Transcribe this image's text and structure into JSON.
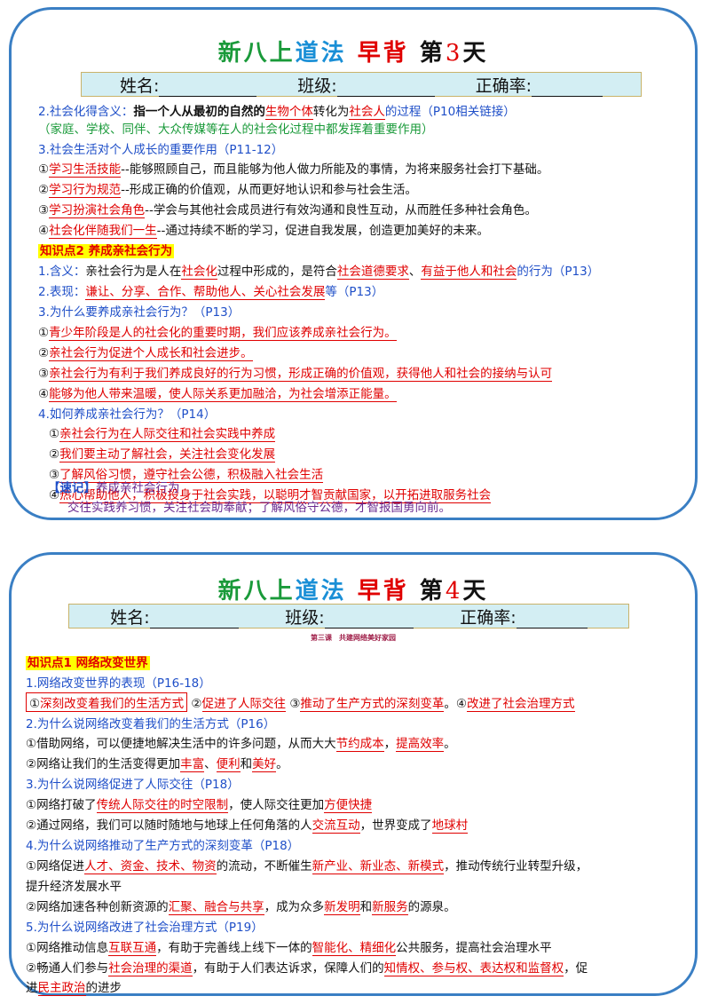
{
  "card1": {
    "title": {
      "p1": "新八上",
      "p2": "道法",
      "p3": "早背",
      "p4": "第",
      "p5": "3",
      "p6": "天"
    },
    "namebar": {
      "name": "姓名:",
      "class": "班级:",
      "rate": "正确率:"
    },
    "l1": {
      "a": "2.社会化得含义：",
      "b": "指一个人从最初的自然的",
      "c": "生物个体",
      "d": "转化为",
      "e": "社会人",
      "f": "的过程（P10相关链接）"
    },
    "l2": "（家庭、学校、同伴、大众传媒等在人的社会化过程中都发挥着重要作用）",
    "l3": "3.社会生活对个人成长的重要作用（P11-12）",
    "l4": {
      "a": "①",
      "b": "学习生活技能",
      "c": "--能够照顾自己，而且能够为他人做力所能及的事情，为将来服务社会打下基础。"
    },
    "l5": {
      "a": "②",
      "b": "学习行为规范",
      "c": "--形成正确的价值观，从而更好地认识和参与社会生活。"
    },
    "l6": {
      "a": "③",
      "b": "学习扮演社会角色",
      "c": "--学会与其他社会成员进行有效沟通和良性互动，从而胜任多种社会角色。"
    },
    "l7": {
      "a": "④",
      "b": "社会化伴随我们一生",
      "c": "--通过持续不断的学习，促进自我发展，创造更加美好的未来。"
    },
    "l8": "知识点2 养成亲社会行为",
    "l9": {
      "a": "1.含义：",
      "b": "亲社会行为是人在",
      "c": "社会化",
      "d": "过程中形成的，是符合",
      "e": "社会道德要求",
      "f": "、",
      "g": "有益于他人和社会",
      "h": "的行为（P13）"
    },
    "l10": {
      "a": "2.表现：",
      "b": "谦让、分享、合作、帮助他人、关心社会发展",
      "c": "等（P13）"
    },
    "l11": "3.为什么要养成亲社会行为？（P13）",
    "l12": {
      "a": "①",
      "b": "青少年阶段是人的社会化的重要时期，我们应该养成亲社会行为。"
    },
    "l13": {
      "a": "②",
      "b": "亲社会行为促进个人成长和社会进步。"
    },
    "l14": {
      "a": "③",
      "b": "亲社会行为有利于我们养成良好的行为习惯，形成正确的价值观，获得他人和社会的接纳与认可"
    },
    "l15": {
      "a": "④",
      "b": "能够为他人带来温暖，使人际关系更加融洽，为社会增添正能量。"
    },
    "l16": "4.如何养成亲社会行为？（P14）",
    "l17": {
      "a": "①",
      "b": "亲社会行为在人际交往和社会实践中养成"
    },
    "l18": {
      "a": "②",
      "b": "我们要主动了解社会，关注社会变化发展"
    },
    "l19": {
      "a": "③",
      "b": "了解风俗习惯，遵守社会公德，积极融入社会生活"
    },
    "l20": {
      "a": "④",
      "b": "热心帮助他人，积极投身于社会实践，以聪明才智贡献国家，以开拓进取服务社会"
    },
    "l21": {
      "a": "【速记】",
      "b": "养成亲社会行为"
    },
    "l22": "交往实践养习惯，关注社会助奉献；了解风俗守公德，才智报国勇向前。"
  },
  "card2": {
    "title": {
      "p1": "新八上",
      "p2": "道法",
      "p3": "早背",
      "p4": "第",
      "p5": "4",
      "p6": "天"
    },
    "namebar": {
      "name": "姓名:",
      "class": "班级:",
      "rate": "正确率:"
    },
    "lesson": "第三课　共建网络美好家园",
    "k1": "知识点1 网络改变世界",
    "m1": "1.网络改变世界的表现（P16-18）",
    "m2": {
      "a": "①",
      "b": "深刻改变着我们的生活方式",
      "c": "②",
      "d": "促进了人际交往",
      "e": "③",
      "f": "推动了生产方式的深刻变革",
      "g": "。④",
      "h": "改进了社会治理方式"
    },
    "m3": "2.为什么说网络改变着我们的生活方式（P16）",
    "m4": {
      "a": "①借助网络，可以便捷地解决生活中的许多问题，从而大大",
      "b": "节约成本",
      "c": "，",
      "d": "提高效率",
      "e": "。"
    },
    "m5": {
      "a": "②网络让我们的生活变得更加",
      "b": "丰富",
      "c": "、",
      "d": "便利",
      "e": "和",
      "f": "美好",
      "g": "。"
    },
    "m6": "3.为什么说网络促进了人际交往（P18）",
    "m7": {
      "a": "①网络打破了",
      "b": "传统人际交往的时空限制",
      "c": "，使人际交往更加",
      "d": "方便快捷"
    },
    "m8": {
      "a": "②通过网络，我们可以随时随地与地球上任何角落的人",
      "b": "交流互动",
      "c": "，世界变成了",
      "d": "地球村"
    },
    "m9": "4.为什么说网络推动了生产方式的深刻变革（P18）",
    "m10": {
      "a": "①网络促进",
      "b": "人才、资金、技术、物资",
      "c": "的流动，不断催生",
      "d": "新产业、新业态、新模式",
      "e": "，推动传统行业转型升级，"
    },
    "m11": "提升经济发展水平",
    "m12": {
      "a": "②网络加速各种创新资源的",
      "b": "汇聚、融合与共享",
      "c": "，成为众多",
      "d": "新发明",
      "e": "和",
      "f": "新服务",
      "g": "的源泉。"
    },
    "m13": "5.为什么说网络改进了社会治理方式（P19）",
    "m14": {
      "a": "①网络推动信息",
      "b": "互联互通",
      "c": "，有助于完善线上线下一体的",
      "d": "智能化、精细化",
      "e": "公共服务，提高社会治理水平"
    },
    "m15": {
      "a": "②畅通人们参与",
      "b": "社会治理的渠道",
      "c": "，有助于人们表达诉求，保障人们的",
      "d": "知情权、参与权、表达权和监督权",
      "e": "，促"
    },
    "m16": {
      "a": "进",
      "b": "民主政治",
      "c": "的进步"
    }
  }
}
